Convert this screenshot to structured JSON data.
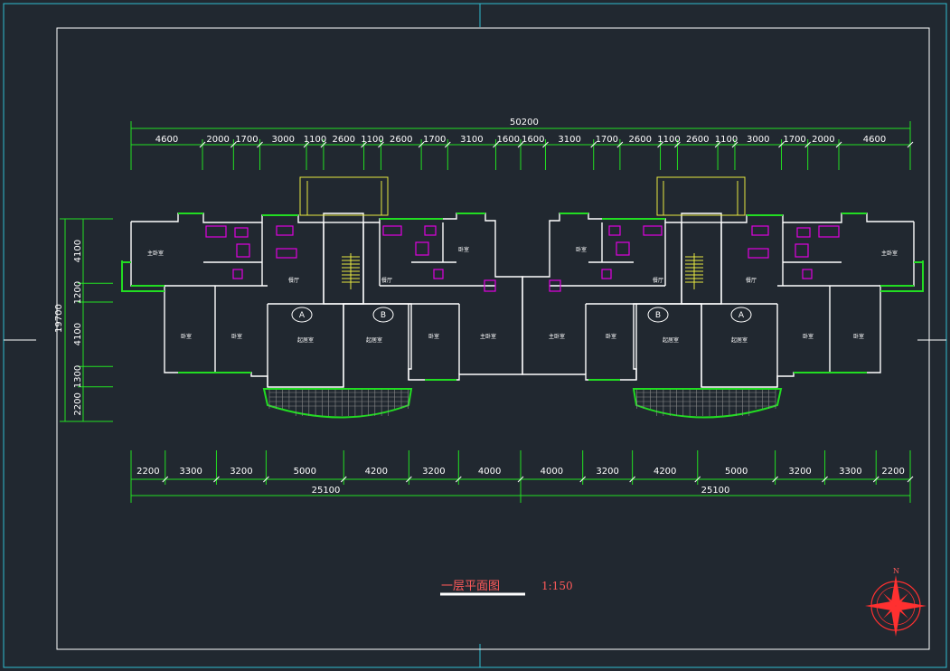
{
  "title": "一层平面图",
  "scale": "1:150",
  "north_label": "N",
  "overall_width": "50200",
  "overall_depth": "19700",
  "top_dims": [
    "4600",
    "2000",
    "1700",
    "3000",
    "1100",
    "2600",
    "1100",
    "2600",
    "1700",
    "3100",
    "1600",
    "1600",
    "3100",
    "1700",
    "2600",
    "1100",
    "2600",
    "1100",
    "3000",
    "1700",
    "2000",
    "4600"
  ],
  "bottom_dims": [
    "2200",
    "3300",
    "3200",
    "5000",
    "4200",
    "3200",
    "4000",
    "4000",
    "3200",
    "4200",
    "5000",
    "3200",
    "3300",
    "2200"
  ],
  "bottom_totals": [
    "25100",
    "25100"
  ],
  "left_dims": [
    "4100",
    "1200",
    "4100",
    "1300",
    "2200"
  ],
  "unit_tags": [
    "A",
    "B",
    "B",
    "A"
  ],
  "rooms": {
    "master": "主卧室",
    "bedroom": "卧室",
    "living": "起居室",
    "dining": "餐厅"
  },
  "colors": {
    "background": "#212830",
    "frame": "#ffffff",
    "outer_border": "#2fbcd0",
    "wall": "#ffffff",
    "dimension": "#22e022",
    "window": "#22dd22",
    "fixture": "#e000e0",
    "stair": "#e8e840",
    "annotation": "#ff5a5a"
  }
}
